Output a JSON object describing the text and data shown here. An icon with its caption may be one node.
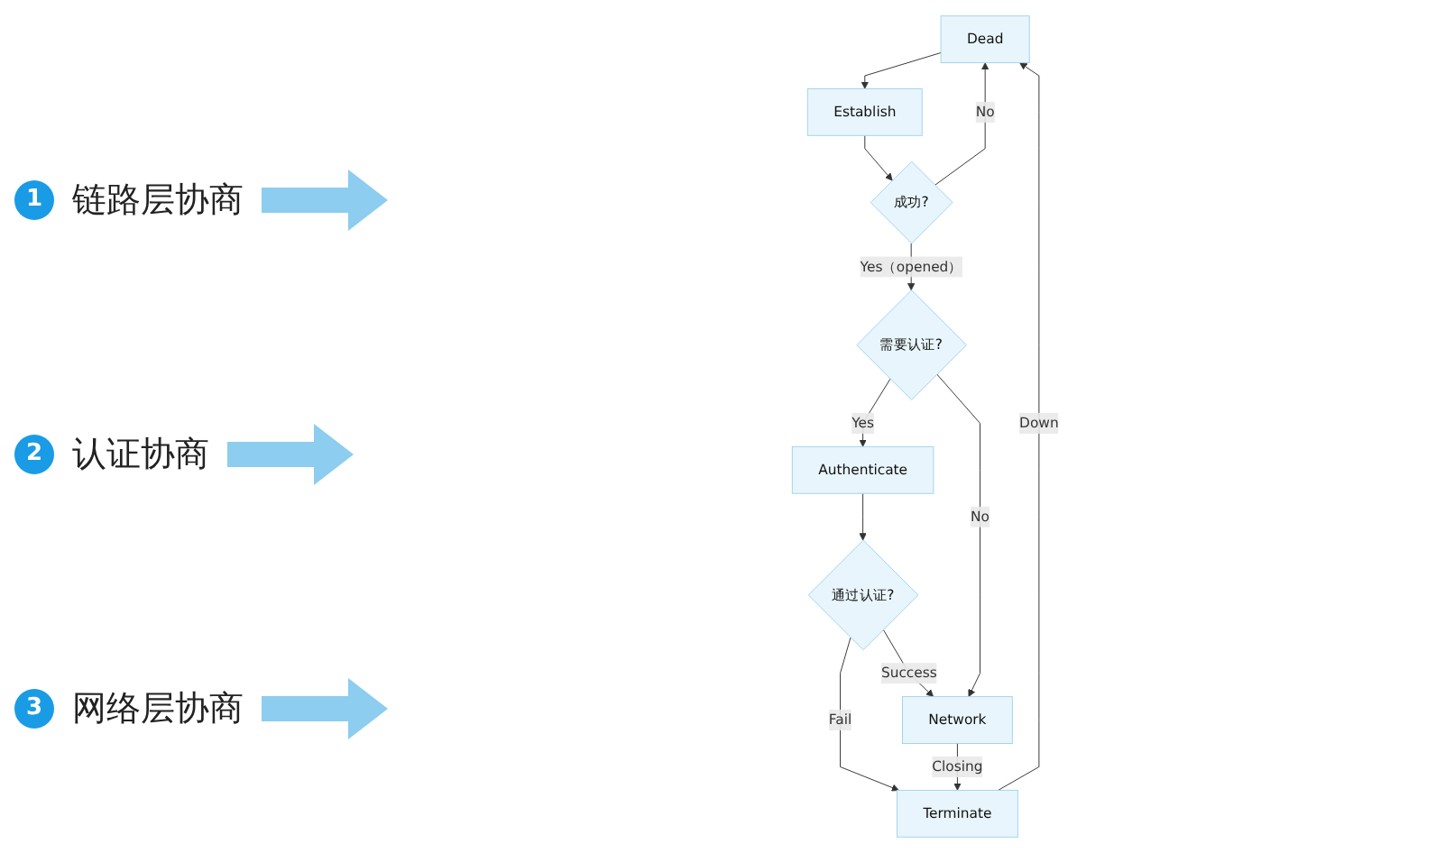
{
  "diagram": {
    "nodes": [
      {
        "text": [
          "Dead"
        ]
      },
      {
        "text": [
          "Establish"
        ]
      },
      {
        "text": [
          "成功?"
        ]
      },
      {
        "text": [
          "需要认证?"
        ]
      },
      {
        "text": [
          "Authenticate"
        ]
      },
      {
        "text": [
          "通过认证?"
        ]
      },
      {
        "text": [
          "Network"
        ]
      },
      {
        "text": [
          "Terminate"
        ]
      }
    ],
    "edges": [
      {
        "from": 0,
        "to": 1,
        "arrow": "to"
      },
      {
        "from": 1,
        "to": 2,
        "arrow": "to"
      },
      {
        "from": 2,
        "to": 0,
        "arrow": "to",
        "label": "No"
      },
      {
        "from": 2,
        "to": 3,
        "arrow": "to",
        "label": "Yes（opened）"
      },
      {
        "from": 3,
        "to": 4,
        "arrow": "to",
        "label": "Yes"
      },
      {
        "from": 3,
        "to": 6,
        "arrow": "to",
        "label": "No"
      },
      {
        "from": 4,
        "to": 5,
        "arrow": "to"
      },
      {
        "from": 5,
        "to": 7,
        "arrow": "to",
        "label": "Fail"
      },
      {
        "from": 5,
        "to": 6,
        "arrow": "to",
        "label": "Success"
      },
      {
        "from": 6,
        "to": 7,
        "arrow": "to",
        "label": "Closing"
      },
      {
        "from": 7,
        "to": 0,
        "arrow": "to",
        "label": "Down"
      }
    ],
    "labels": [
      "1",
      "链路层协商",
      "2",
      "认证协商",
      "3",
      "网络层协商"
    ]
  }
}
